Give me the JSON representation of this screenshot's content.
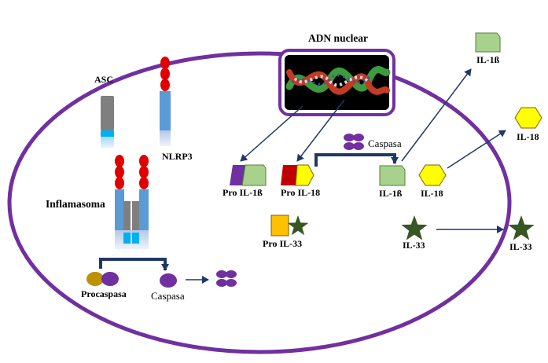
{
  "labels": {
    "adn_nuclear": "ADN nuclear",
    "asc": "ASC",
    "nlrp3": "NLRP3",
    "inflamasoma": "Inflamasoma",
    "procaspasa": "Procaspasa",
    "caspasa_bottom": "Caspasa",
    "caspasa_top": "Caspasa",
    "pro_il1b": "Pro IL-1ß",
    "pro_il18": "Pro IL-18",
    "il1b_inside": "IL-1ß",
    "il18_inside": "IL-18",
    "pro_il33": "Pro IL-33",
    "il33_inside": "IL-33",
    "il1b_outside": "IL-1ß",
    "il18_outside": "IL-18",
    "il33_outside": "IL-33"
  },
  "colors": {
    "cell_membrane": "#7030a0",
    "arrow": "#1f3864",
    "asc_body": "#7f7f7f",
    "asc_tip": "#00b0f0",
    "nlrp3_body": "#5b9bd5",
    "nlrp3_beads": "#e00000",
    "il1b_green": "#a9d18e",
    "il18_yellow": "#ffff00",
    "il33_star": "#375623",
    "pro_il33_square": "#ffc000",
    "procaspasa_gold": "#bf9000",
    "caspase_purple": "#7030a0",
    "pro_il18_red": "#c00000"
  },
  "icons": {
    "dna": "dna-helix-icon",
    "caspase_active": "caspase-tetramer-icon",
    "il33": "star-icon",
    "il18": "hexagon-icon"
  }
}
